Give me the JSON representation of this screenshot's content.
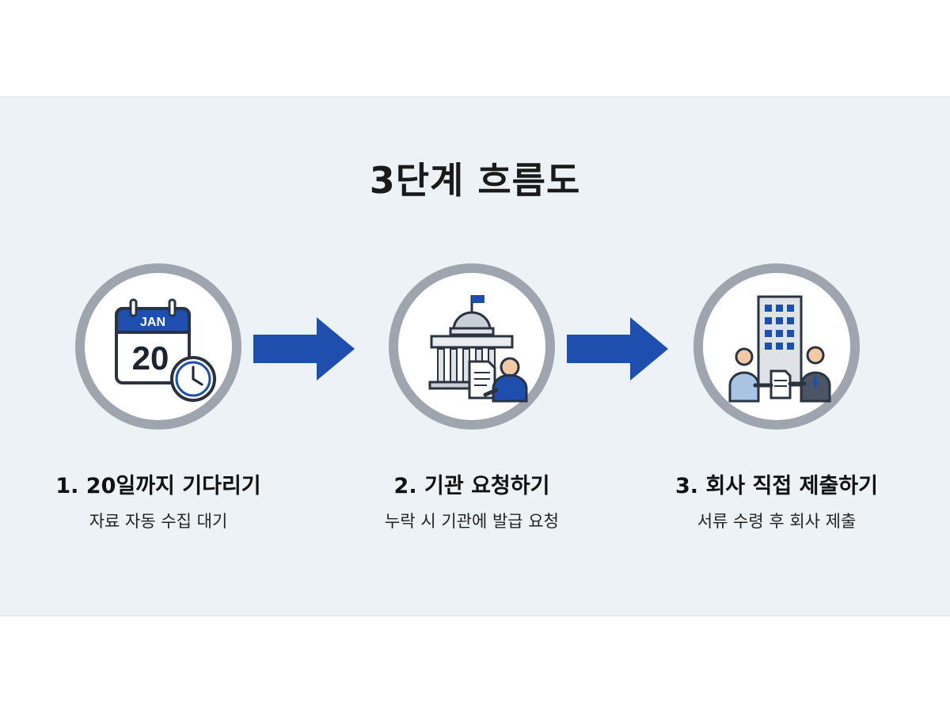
{
  "title": "3단계 흐름도",
  "colors": {
    "accent_blue": "#1f4fae",
    "ring_gray": "#9ea5ae",
    "panel_bg": "#edf2f7"
  },
  "steps": [
    {
      "title": "1. 20일까지 기다리기",
      "description": "자료 자동 수집 대기",
      "icon": "calendar-clock-icon",
      "calendar_month": "JAN",
      "calendar_day": "20"
    },
    {
      "title": "2. 기관 요청하기",
      "description": "누락 시 기관에 발급 요청",
      "icon": "government-building-request-icon"
    },
    {
      "title": "3. 회사 직접 제출하기",
      "description": "서류 수령 후 회사 제출",
      "icon": "office-handover-icon"
    }
  ]
}
